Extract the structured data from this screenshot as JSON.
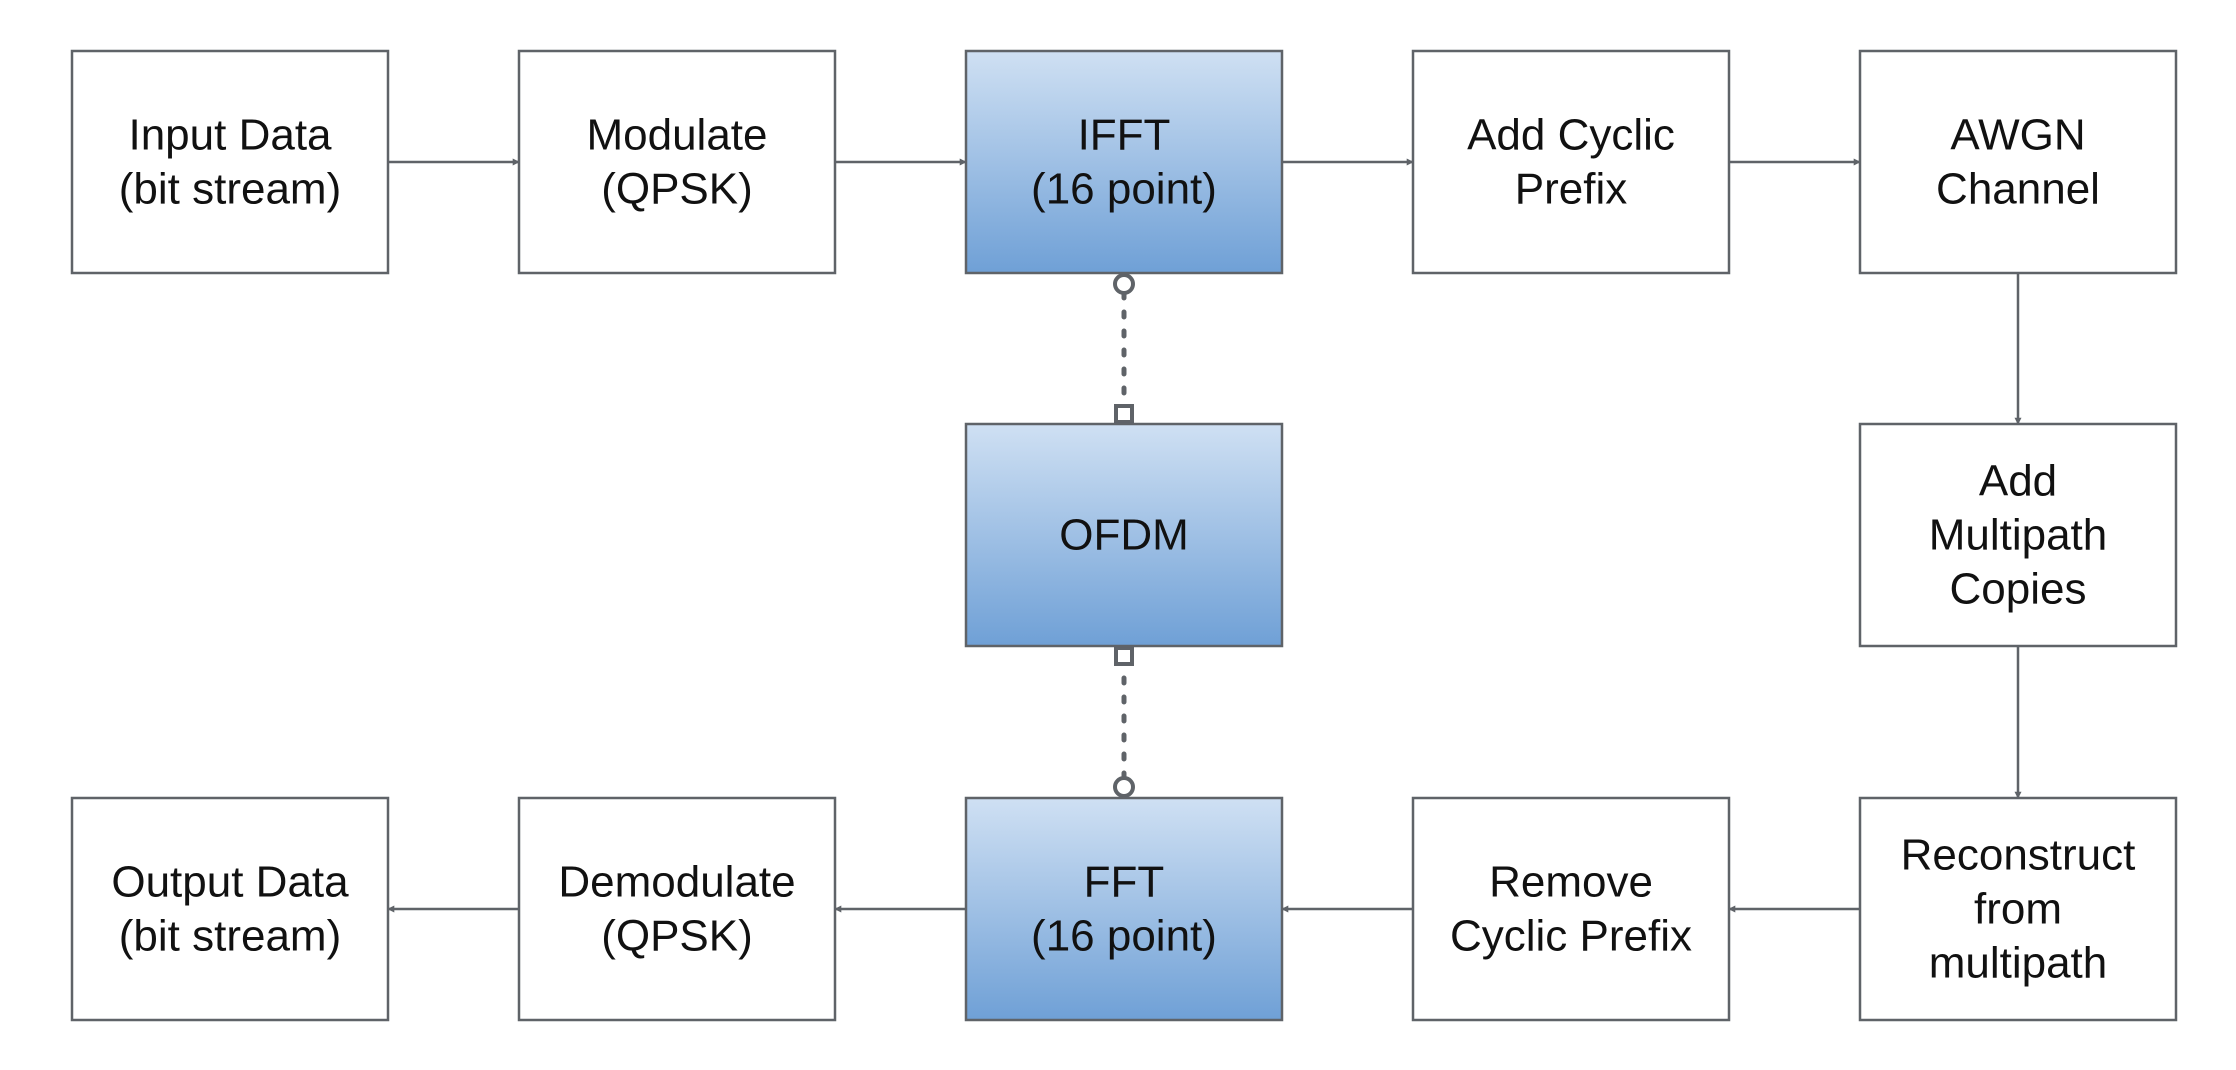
{
  "diagram": {
    "nodes": {
      "input": {
        "lines": [
          "Input Data",
          "(bit stream)"
        ],
        "style": "plain"
      },
      "modulate": {
        "lines": [
          "Modulate",
          "(QPSK)"
        ],
        "style": "plain"
      },
      "ifft": {
        "lines": [
          "IFFT",
          "(16 point)"
        ],
        "style": "highlight"
      },
      "add_cp": {
        "lines": [
          "Add Cyclic",
          "Prefix"
        ],
        "style": "plain"
      },
      "awgn": {
        "lines": [
          "AWGN",
          "Channel"
        ],
        "style": "plain"
      },
      "ofdm": {
        "lines": [
          "OFDM"
        ],
        "style": "highlight"
      },
      "multipath": {
        "lines": [
          "Add",
          "Multipath",
          "Copies"
        ],
        "style": "plain"
      },
      "output": {
        "lines": [
          "Output Data",
          "(bit stream)"
        ],
        "style": "plain"
      },
      "demodulate": {
        "lines": [
          "Demodulate",
          "(QPSK)"
        ],
        "style": "plain"
      },
      "fft": {
        "lines": [
          "FFT",
          "(16 point)"
        ],
        "style": "highlight"
      },
      "remove_cp": {
        "lines": [
          "Remove",
          "Cyclic Prefix"
        ],
        "style": "plain"
      },
      "reconstruct": {
        "lines": [
          "Reconstruct",
          "from",
          "multipath"
        ],
        "style": "plain"
      }
    },
    "edges": [
      {
        "from": "input",
        "to": "modulate",
        "kind": "arrow"
      },
      {
        "from": "modulate",
        "to": "ifft",
        "kind": "arrow"
      },
      {
        "from": "ifft",
        "to": "add_cp",
        "kind": "arrow"
      },
      {
        "from": "add_cp",
        "to": "awgn",
        "kind": "arrow"
      },
      {
        "from": "awgn",
        "to": "multipath",
        "kind": "arrow"
      },
      {
        "from": "multipath",
        "to": "reconstruct",
        "kind": "arrow"
      },
      {
        "from": "reconstruct",
        "to": "remove_cp",
        "kind": "arrow"
      },
      {
        "from": "remove_cp",
        "to": "fft",
        "kind": "arrow"
      },
      {
        "from": "fft",
        "to": "demodulate",
        "kind": "arrow"
      },
      {
        "from": "demodulate",
        "to": "output",
        "kind": "arrow"
      },
      {
        "from": "ifft",
        "to": "ofdm",
        "kind": "association"
      },
      {
        "from": "fft",
        "to": "ofdm",
        "kind": "association"
      }
    ],
    "colors": {
      "box_border": "#5f6368",
      "connector": "#5f6368",
      "highlight_top": "#cfe0f3",
      "highlight_bottom": "#6fa0d6",
      "plain_fill": "#ffffff",
      "text": "#111111"
    }
  }
}
